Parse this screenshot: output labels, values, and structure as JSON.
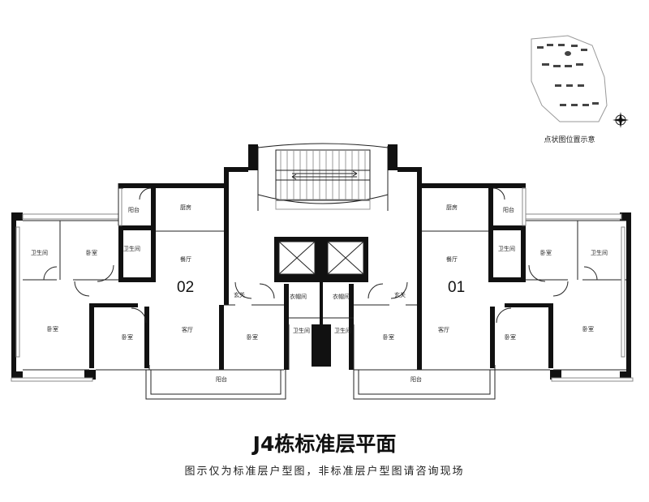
{
  "title": "J4栋标准层平面",
  "note": "图示仅为标准层户型图，非标准层户型图请咨询现场",
  "location_map": {
    "caption": "点状图位置示意"
  },
  "units": {
    "left": "02",
    "right": "01"
  },
  "rooms": {
    "left": {
      "kitchen": "厨房",
      "dining": "餐厅",
      "living": "客厅",
      "balcony_small": "阳台",
      "bath_left": "卫生间",
      "bath_mid": "卫生间",
      "bedroom_top": "卧室",
      "bedroom_big": "卧室",
      "bedroom_mid": "卧室",
      "bedroom_inner": "卧室",
      "entry": "玄关",
      "closet": "衣帽间",
      "bath_inner": "卫生间"
    },
    "right": {
      "kitchen": "厨房",
      "dining": "餐厅",
      "living": "客厅",
      "balcony_small": "阳台",
      "bath_right": "卫生间",
      "bath_mid": "卫生间",
      "bedroom_top": "卧室",
      "bedroom_big": "卧室",
      "bedroom_mid": "卧室",
      "bedroom_inner": "卧室",
      "entry": "玄关",
      "closet": "衣帽间",
      "bath_inner": "卫生间"
    },
    "balcony_left": "阳台",
    "balcony_right": "阳台"
  }
}
